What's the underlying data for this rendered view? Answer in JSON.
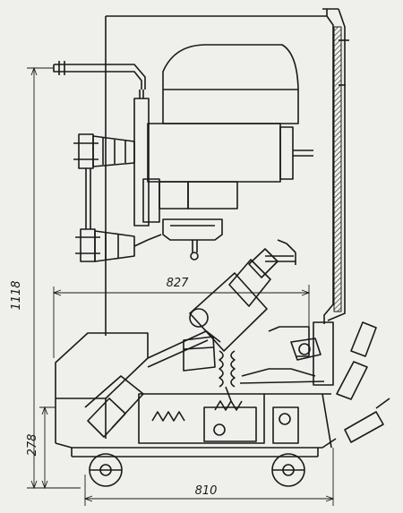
{
  "dimensions": {
    "overall_height": "1118",
    "working_width": "827",
    "base_height": "278",
    "base_length": "810"
  },
  "colors": {
    "ink": "#1a1a1a",
    "paper": "#efefec"
  }
}
